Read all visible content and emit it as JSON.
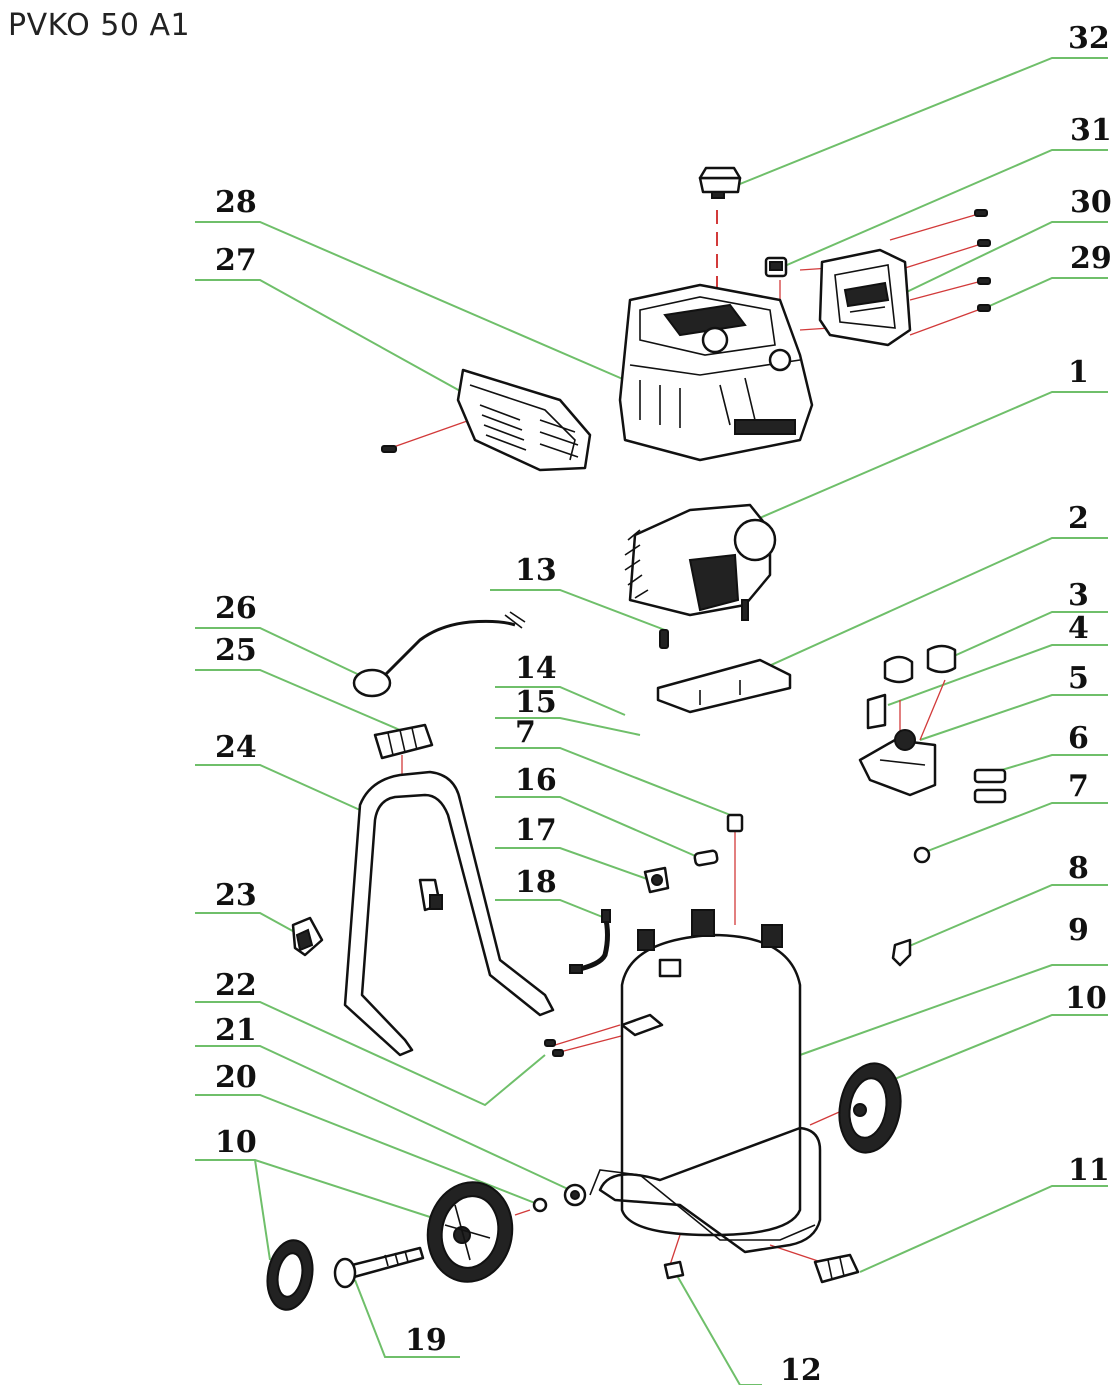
{
  "title": "PVKO 50 A1",
  "callouts": [
    {
      "id": "c32",
      "text": "32"
    },
    {
      "id": "c31",
      "text": "31"
    },
    {
      "id": "c30",
      "text": "30"
    },
    {
      "id": "c29",
      "text": "29"
    },
    {
      "id": "c28",
      "text": "28"
    },
    {
      "id": "c27",
      "text": "27"
    },
    {
      "id": "c1",
      "text": "1"
    },
    {
      "id": "c2",
      "text": "2"
    },
    {
      "id": "c13",
      "text": "13"
    },
    {
      "id": "c3",
      "text": "3"
    },
    {
      "id": "c4",
      "text": "4"
    },
    {
      "id": "c26",
      "text": "26"
    },
    {
      "id": "c25",
      "text": "25"
    },
    {
      "id": "c14",
      "text": "14"
    },
    {
      "id": "c15",
      "text": "15"
    },
    {
      "id": "c5",
      "text": "5"
    },
    {
      "id": "c7a",
      "text": "7"
    },
    {
      "id": "c24",
      "text": "24"
    },
    {
      "id": "c6",
      "text": "6"
    },
    {
      "id": "c16",
      "text": "16"
    },
    {
      "id": "c7b",
      "text": "7"
    },
    {
      "id": "c17",
      "text": "17"
    },
    {
      "id": "c18",
      "text": "18"
    },
    {
      "id": "c8",
      "text": "8"
    },
    {
      "id": "c23",
      "text": "23"
    },
    {
      "id": "c9",
      "text": "9"
    },
    {
      "id": "c22",
      "text": "22"
    },
    {
      "id": "c10a",
      "text": "10"
    },
    {
      "id": "c21",
      "text": "21"
    },
    {
      "id": "c20",
      "text": "20"
    },
    {
      "id": "c10b",
      "text": "10"
    },
    {
      "id": "c11",
      "text": "11"
    },
    {
      "id": "c19",
      "text": "19"
    },
    {
      "id": "c12",
      "text": "12"
    }
  ]
}
